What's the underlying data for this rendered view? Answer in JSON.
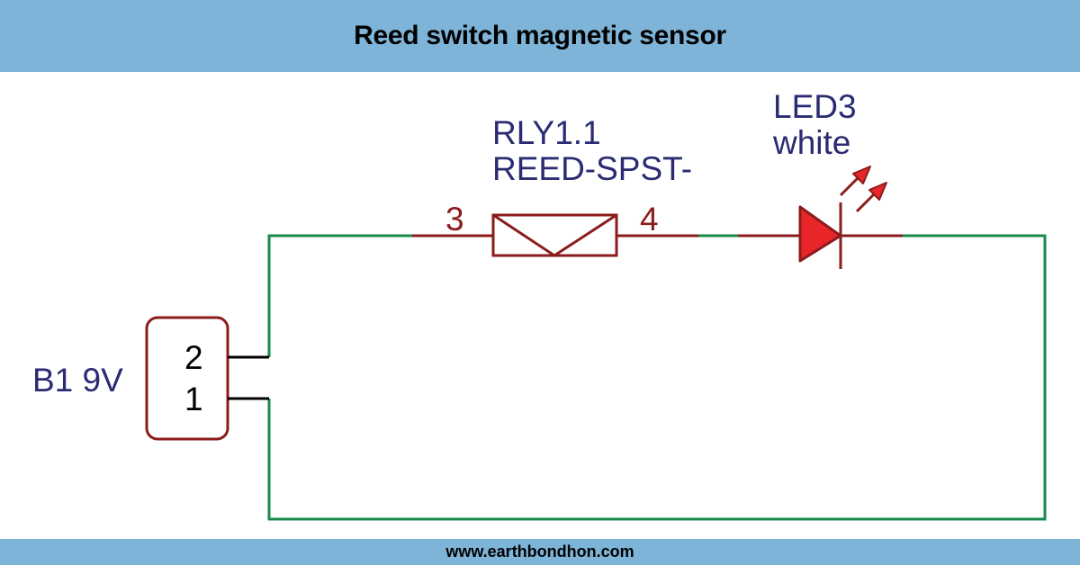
{
  "header": {
    "title": "Reed switch magnetic sensor"
  },
  "footer": {
    "text": "www.earthbondhon.com"
  },
  "colors": {
    "banner": "#7db4d8",
    "wire": "#1a8a4a",
    "component": "#8b1c1c",
    "led_fill": "#e8262a",
    "label": "#2a2b72"
  },
  "components": {
    "battery": {
      "label": "B1 9V",
      "pin_top": "2",
      "pin_bottom": "1"
    },
    "reed_switch": {
      "ref": "RLY1.1",
      "value": "REED-SPST-",
      "pin_left": "3",
      "pin_right": "4"
    },
    "led": {
      "ref": "LED3",
      "value": "white"
    }
  }
}
